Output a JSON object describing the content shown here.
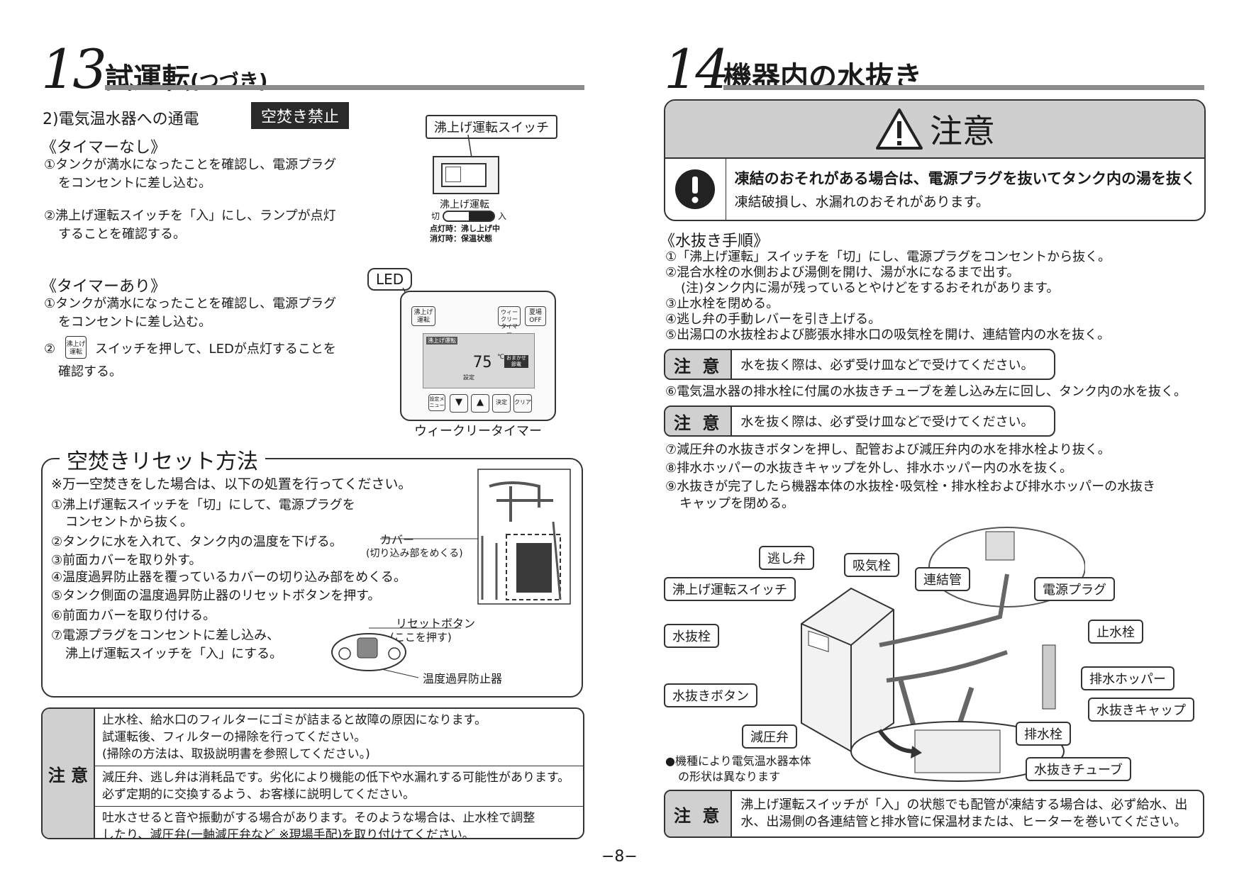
{
  "left": {
    "section13": {
      "number": "13",
      "title": "試運転",
      "suffix": "(つづき)"
    },
    "subheading": "2)電気温水器への通電",
    "tag": "空焚き禁止",
    "no_timer": {
      "heading": "《タイマーなし》",
      "lines": [
        "①タンクが満水になったことを確認し、電源プラグ",
        "をコンセントに差し込む。",
        "②沸上げ運転スイッチを「入」にし、ランプが点灯",
        "することを確認する。"
      ]
    },
    "with_timer": {
      "heading": "《タイマーあり》",
      "lines": [
        "①タンクが満水になったことを確認し、電源プラグ",
        "をコンセントに差し込む。",
        "スイッチを押して、LEDが点灯することを",
        "確認する。"
      ],
      "circle2": "②",
      "icon_text": "沸上げ運転"
    },
    "switch_fig": {
      "callout": "沸上げ運転スイッチ",
      "panel_label": "沸上げ運転",
      "off": "切",
      "on": "入",
      "note1": "点灯時：沸し上げ中",
      "note2": "消灯時：保温状態"
    },
    "timer_fig": {
      "led_label": "LED",
      "btn_boil": "沸上げ運転",
      "btn_weekly": "ウィークリータイマー",
      "btn_summer": "夏場OFF",
      "lcd_top": "沸上げ運転",
      "lcd_temp": "75",
      "lcd_unit": "℃",
      "lcd_badge": "おまかせ節電",
      "lcd_sub": "設定",
      "btn_menu": "設定メニュー",
      "btn_down": "▼",
      "btn_up": "▲",
      "btn_ok": "決定",
      "btn_clear": "クリア",
      "caption": "ウィークリータイマー"
    },
    "reset": {
      "title": "空焚きリセット方法",
      "intro": "※万一空焚きをした場合は、以下の処置を行ってください。",
      "lines": [
        "①沸上げ運転スイッチを「切」にして、電源プラグを",
        "コンセントから抜く。",
        "②タンクに水を入れて、タンク内の温度を下げる。",
        "③前面カバーを取り外す。",
        "④温度過昇防止器を覆っているカバーの切り込み部をめくる。",
        "⑤タンク側面の温度過昇防止器のリセットボタンを押す。",
        "⑥前面カバーを取り付ける。",
        "⑦電源プラグをコンセントに差し込み、",
        "沸上げ運転スイッチを「入」にする。"
      ],
      "cover_label": "カバー",
      "cover_sub": "(切り込み部をめくる)",
      "reset_btn": "リセットボタン",
      "reset_sub": "(ここを押す)",
      "protector": "温度過昇防止器"
    },
    "caution": {
      "head": "注 意",
      "row1": [
        "止水栓、給水口のフィルターにゴミが詰まると故障の原因になります。",
        "試運転後、フィルターの掃除を行ってください。",
        "(掃除の方法は、取扱説明書を参照してください。)"
      ],
      "row2": [
        "減圧弁、逃し弁は消耗品です。劣化により機能の低下や水漏れする可能性があります。",
        "必ず定期的に交換するよう、お客様に説明してください。"
      ],
      "row3": [
        "吐水させると音や振動がする場合があります。そのような場合は、止水栓で調整",
        "したり、減圧弁(一軸減圧弁など ※現場手配)を取り付けてください。"
      ]
    }
  },
  "right": {
    "section14": {
      "number": "14",
      "title": "機器内の水抜き"
    },
    "warning": {
      "title": "注意",
      "bold": "凍結のおそれがある場合は、電源プラグを抜いてタンク内の湯を抜く",
      "normal": "凍結破損し、水漏れのおそれがあります。"
    },
    "procedure": {
      "heading": "《水抜き手順》",
      "lines_a": [
        "①「沸上げ運転」スイッチを「切」にし、電源プラグをコンセントから抜く。",
        "②混合水栓の水側および湯側を開け、湯が水になるまで出す。",
        "(注)タンク内に湯が残っているとやけどをするおそれがあります。",
        "③止水栓を閉める。",
        "④逃し弁の手動レバーを引き上げる。",
        "⑤出湯口の水抜栓および膨張水排水口の吸気栓を開け、連結管内の水を抜く。"
      ],
      "line6": "⑥電気温水器の排水栓に付属の水抜きチューブを差し込み左に回し、タンク内の水を抜く。",
      "lines_b": [
        "⑦減圧弁の水抜きボタンを押し、配管および減圧弁内の水を排水栓より抜く。",
        "⑧排水ホッパーの水抜きキャップを外し、排水ホッパー内の水を抜く。",
        "⑨水抜きが完了したら機器本体の水抜栓･吸気栓・排水栓および排水ホッパーの水抜き",
        "キャップを閉める。"
      ]
    },
    "caution_small": {
      "head": "注 意",
      "text": "水を抜く際は、必ず受け皿などで受けてください。"
    },
    "diagram": {
      "labels": {
        "relief": "逃し弁",
        "intake": "吸気栓",
        "connect": "連結管",
        "switch": "沸上げ運転スイッチ",
        "plug": "電源プラグ",
        "drain_plug": "水抜栓",
        "stop": "止水栓",
        "hopper": "排水ホッパー",
        "drain_btn": "水抜きボタン",
        "drain_cap": "水抜きキャップ",
        "reducer": "減圧弁",
        "drain": "排水栓",
        "tube": "水抜きチューブ"
      },
      "note1": "●機種により電気温水器本体",
      "note2": "の形状は異なります"
    },
    "caution_bottom": {
      "head": "注 意",
      "lines": [
        "沸上げ運転スイッチが「入」の状態でも配管が凍結する場合は、必ず給水、出",
        "水、出湯側の各連結管と排水管に保温材または、ヒーターを巻いてください。"
      ]
    }
  },
  "page_number": "−8−"
}
